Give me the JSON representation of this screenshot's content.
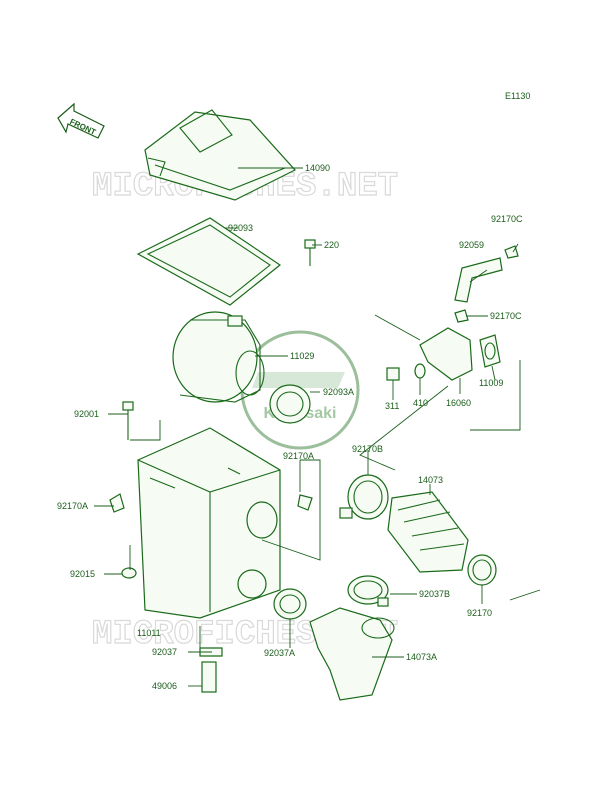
{
  "diagram": {
    "code": "E1130",
    "arrow_label": "FRONT",
    "watermark": "MICROFICHES.NET",
    "brand": "Kawasaki",
    "colors": {
      "ink": "#1a5d1a",
      "line": "#1a6a1a",
      "watermark": "#d9d9d9"
    },
    "labels": {
      "p14090": "14090",
      "p92093": "92093",
      "p220": "220",
      "p92059": "92059",
      "p92170C_a": "92170C",
      "p92170C_b": "92170C",
      "p11029": "11029",
      "p11009": "11009",
      "p311": "311",
      "p410": "410",
      "p16060": "16060",
      "p92093A": "92093A",
      "p92001": "92001",
      "p92170A_l": "92170A",
      "p92170A_r": "92170A",
      "p92170B": "92170B",
      "p14073": "14073",
      "p92015": "92015",
      "p92037B": "92037B",
      "p92170": "92170",
      "p11011": "11011",
      "p92037": "92037",
      "p92037A": "92037A",
      "p14073A": "14073A",
      "p49006": "49006"
    }
  }
}
